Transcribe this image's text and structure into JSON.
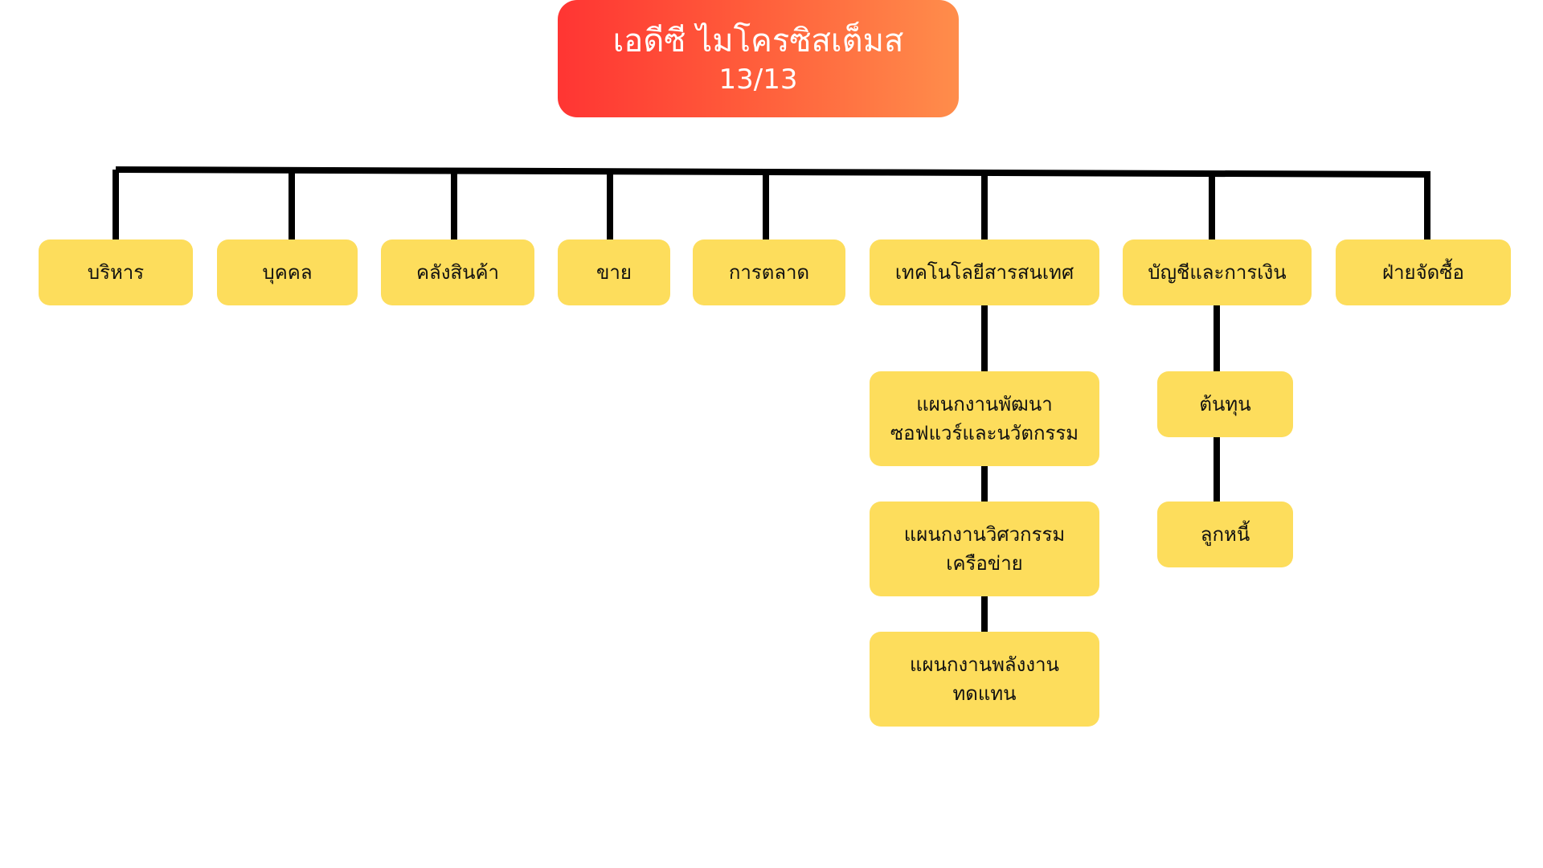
{
  "chart": {
    "title": "เอดีซี ไมโครซิสเต็มส",
    "subtitle": "13/13"
  },
  "departments": [
    "บริหาร",
    "บุคคล",
    "คลังสินค้า",
    "ขาย",
    "การตลาด",
    "เทคโนโลยีสารสนเทศ",
    "บัญชีและการเงิน",
    "ฝ่ายจัดซื้อ"
  ],
  "it_units": [
    "แผนกงานพัฒนา\nซอฟแวร์และนวัตกรรม",
    "แผนกงานวิศวกรรม\nเครือข่าย",
    "แผนกงานพลังงาน\nทดแทน"
  ],
  "finance_units": [
    "ต้นทุน",
    "ลูกหนี้"
  ],
  "colors": {
    "box_fill": "#fddd5c",
    "header_gradient_start": "#ff3533",
    "header_gradient_end": "#ff8d4b",
    "connector": "#000000"
  }
}
